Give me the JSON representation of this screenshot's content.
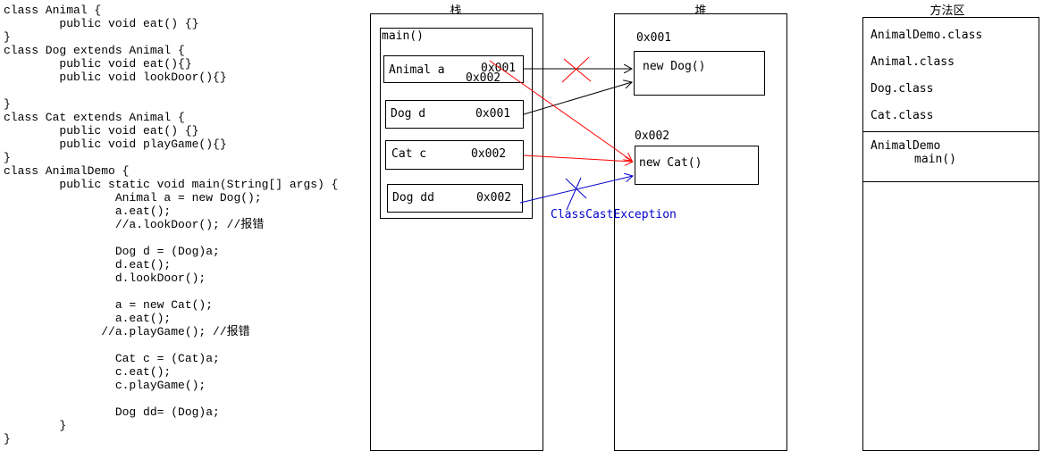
{
  "code": {
    "lines": [
      "class Animal {",
      "        public void eat() {}",
      "}",
      "class Dog extends Animal {",
      "        public void eat(){}",
      "        public void lookDoor(){}",
      "",
      "}",
      "class Cat extends Animal {",
      "        public void eat() {}",
      "        public void playGame(){}",
      "}",
      "class AnimalDemo {",
      "        public static void main(String[] args) {",
      "                Animal a = new Dog();",
      "                a.eat();",
      "                //a.lookDoor(); //报错",
      "",
      "                Dog d = (Dog)a;",
      "                d.eat();",
      "                d.lookDoor();",
      "",
      "                a = new Cat();",
      "                a.eat();",
      "              //a.playGame(); //报错",
      "",
      "                Cat c = (Cat)a;",
      "                c.eat();",
      "                c.playGame();",
      "",
      "                Dog dd= (Dog)a;",
      "        }",
      "}"
    ]
  },
  "stack": {
    "title": "栈",
    "frame_label": "main()",
    "vars": [
      {
        "name": "Animal a",
        "addr": "0x001",
        "addr2": "0x002"
      },
      {
        "name": "Dog d",
        "addr": "0x001"
      },
      {
        "name": "Cat c",
        "addr": "0x002"
      },
      {
        "name": "Dog dd",
        "addr": "0x002"
      }
    ]
  },
  "heap": {
    "title": "堆",
    "objects": [
      {
        "addr": "0x001",
        "label": "new Dog()"
      },
      {
        "addr": "0x002",
        "label": "new Cat()"
      }
    ]
  },
  "method_area": {
    "title": "方法区",
    "classes": [
      "AnimalDemo.class",
      "Animal.class",
      "Dog.class",
      "Cat.class"
    ],
    "method_class": "AnimalDemo",
    "method_name": "main()"
  },
  "exception_label": "ClassCastException",
  "colors": {
    "black_arrow": "#000000",
    "red_arrow": "#ff0000",
    "blue_arrow": "#0000cc"
  }
}
